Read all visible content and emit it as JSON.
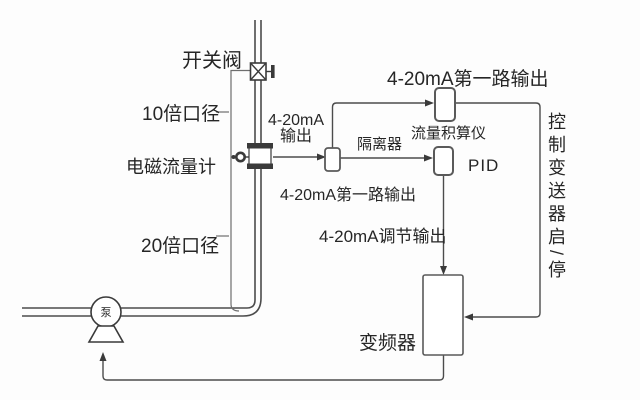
{
  "diagram": {
    "title_hint": "pump-flowmeter-vfd control loop diagram",
    "labels": {
      "valve": "开关阀",
      "upstream_run": "10倍口径",
      "flowmeter": "电磁流量计",
      "downstream_run": "20倍口径",
      "ma_output_line1": "4-20mA",
      "ma_output_line2": "输出",
      "isolator": "隔离器",
      "totalizer": "流量积算仪",
      "pid": "PID",
      "first_output_top": "4-20mA第一路输出",
      "first_output_mid": "4-20mA第一路输出",
      "regulating_output": "4-20mA调节输出",
      "vfd": "变频器",
      "start_stop_vertical": "控制变送器启/停",
      "pump": "泵"
    },
    "colors": {
      "line": "#4c4c4c",
      "thin_line": "#6e6e6e",
      "fill_dark": "#3a3a3a",
      "text": "#262626",
      "background": "#fdfdfd"
    }
  }
}
